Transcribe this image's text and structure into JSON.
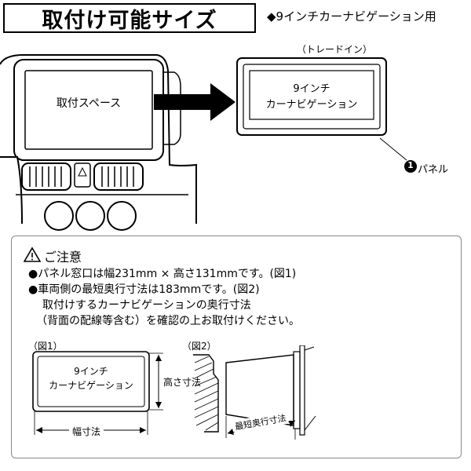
{
  "header": {
    "title": "取付け可能サイズ",
    "subtitle": "◆9インチカーナビゲーション用"
  },
  "top_diagram": {
    "install_space_label": "取付スペース",
    "tradein_label": "（トレードイン）",
    "navi_label_line1": "9インチ",
    "navi_label_line2": "カーナビゲーション",
    "panel_number": "1",
    "panel_label": "パネル"
  },
  "notice": {
    "heading": "ご注意",
    "line1": "●パネル窓口は幅231mm × 高さ131mmです。(図1)",
    "line2": "●車両側の最短奥行寸法は183mmです。(図2)",
    "line3": "取付けするカーナビゲーションの奥行寸法",
    "line4": "（背面の配線等含む）を確認の上お取付けください。"
  },
  "fig1": {
    "caption": "（図1）",
    "navi_line1": "9インチ",
    "navi_line2": "カーナビゲーション",
    "height_label": "高さ寸法",
    "width_label": "幅寸法"
  },
  "fig2": {
    "caption": "（図2）",
    "depth_label": "最短奥行寸法"
  }
}
